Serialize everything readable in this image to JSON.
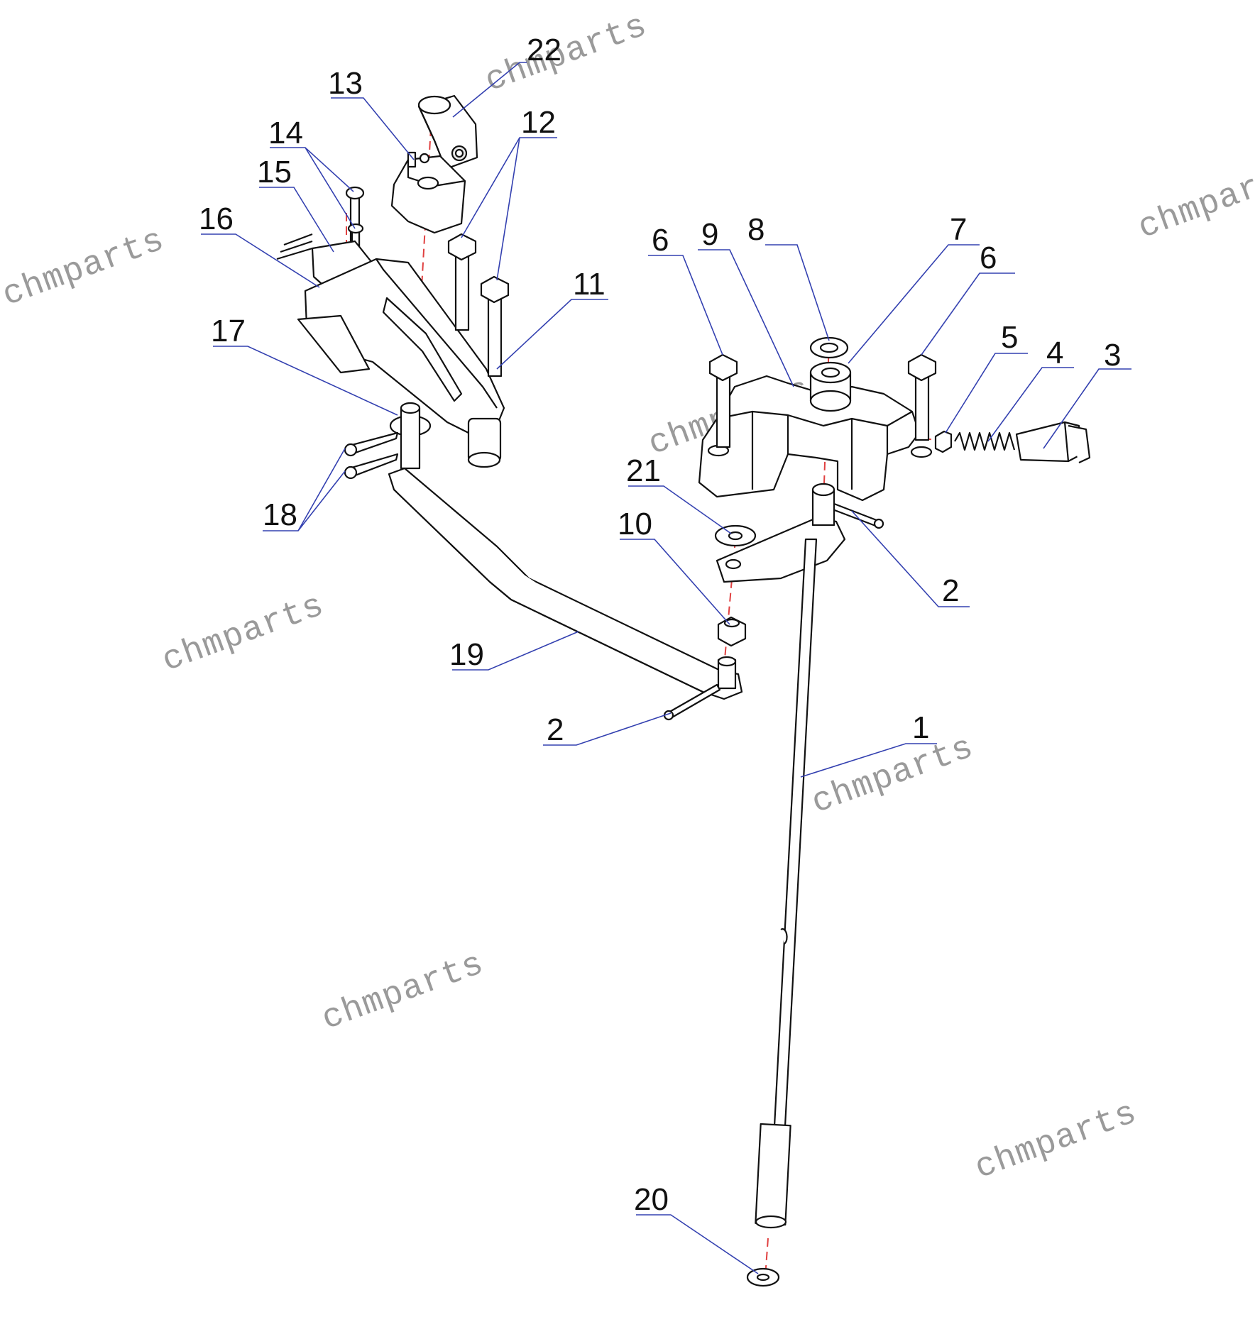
{
  "callouts": [
    {
      "id": "c1",
      "label": "1"
    },
    {
      "id": "c2a",
      "label": "2"
    },
    {
      "id": "c2b",
      "label": "2"
    },
    {
      "id": "c3",
      "label": "3"
    },
    {
      "id": "c4",
      "label": "4"
    },
    {
      "id": "c5",
      "label": "5"
    },
    {
      "id": "c6a",
      "label": "6"
    },
    {
      "id": "c6b",
      "label": "6"
    },
    {
      "id": "c7",
      "label": "7"
    },
    {
      "id": "c8",
      "label": "8"
    },
    {
      "id": "c9",
      "label": "9"
    },
    {
      "id": "c10",
      "label": "10"
    },
    {
      "id": "c11",
      "label": "11"
    },
    {
      "id": "c12",
      "label": "12"
    },
    {
      "id": "c13",
      "label": "13"
    },
    {
      "id": "c14",
      "label": "14"
    },
    {
      "id": "c15",
      "label": "15"
    },
    {
      "id": "c16",
      "label": "16"
    },
    {
      "id": "c17",
      "label": "17"
    },
    {
      "id": "c18",
      "label": "18"
    },
    {
      "id": "c19",
      "label": "19"
    },
    {
      "id": "c20",
      "label": "20"
    },
    {
      "id": "c21",
      "label": "21"
    },
    {
      "id": "c22",
      "label": "22"
    }
  ],
  "watermark": "chmparts",
  "colors": {
    "leader": "#3340b0",
    "center_axis": "#e04040",
    "watermark": "#9a9a9a",
    "line": "#111111"
  }
}
